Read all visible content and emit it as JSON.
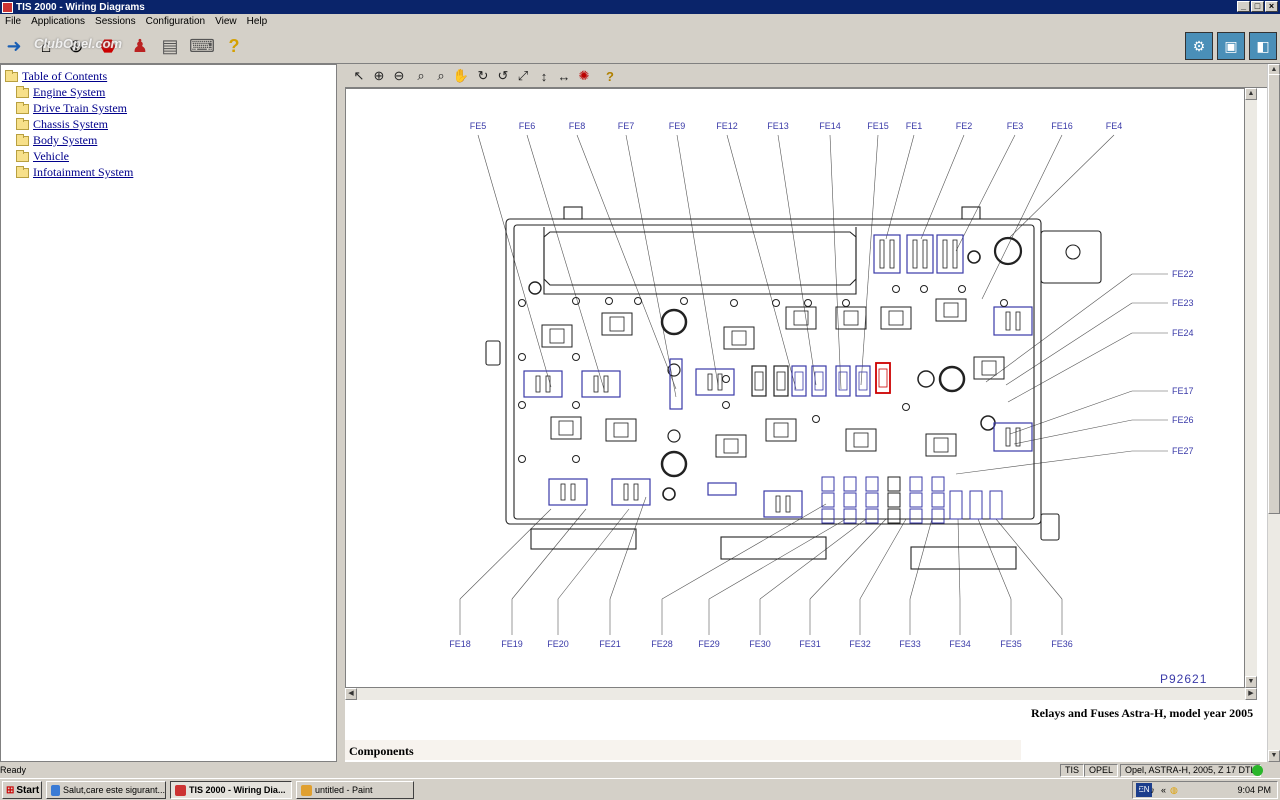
{
  "window": {
    "title": "TIS 2000 - Wiring Diagrams",
    "watermark": "ClubOpel.com"
  },
  "menu": {
    "items": [
      "File",
      "Applications",
      "Sessions",
      "Configuration",
      "View",
      "Help"
    ]
  },
  "toolbar": {
    "icons": [
      "exit-door-icon",
      "home-icon",
      "open-icon",
      "stop-icon",
      "person-icon",
      "printer-icon",
      "keyboard-icon",
      "help-icon"
    ],
    "right_icons": [
      "workshop-icon",
      "vehicle-select-icon",
      "tech2-icon"
    ]
  },
  "tree": {
    "root": "Table of Contents",
    "items": [
      "Engine System",
      "Drive Train System",
      "Chassis System",
      "Body System",
      "Vehicle",
      "Infotainment System"
    ]
  },
  "diagram": {
    "tools": [
      "pointer-icon",
      "zoom-in-icon",
      "zoom-out-icon",
      "zoom-icon",
      "zoom-rect-icon",
      "pan-icon",
      "rotate-cw-icon",
      "rotate-ccw-icon",
      "fit-icon",
      "fit-height-icon",
      "fit-width-icon",
      "highlight-icon",
      "help-icon"
    ],
    "top_labels": [
      "FE5",
      "FE6",
      "FE8",
      "FE7",
      "FE9",
      "FE12",
      "FE13",
      "FE14",
      "FE15",
      "FE1",
      "FE2",
      "FE3",
      "FE16",
      "FE4"
    ],
    "right_labels": [
      "FE22",
      "FE23",
      "FE24",
      "FE17",
      "FE26",
      "FE27"
    ],
    "bottom_labels": [
      "FE18",
      "FE19",
      "FE20",
      "FE21",
      "FE28",
      "FE29",
      "FE30",
      "FE31",
      "FE32",
      "FE33",
      "FE34",
      "FE35",
      "FE36"
    ],
    "figure_id": "P92621",
    "caption": "Relays and Fuses Astra-H, model year 2005",
    "components_heading": "Components"
  },
  "status": {
    "text": "Ready",
    "fields": [
      "TIS",
      "OPEL",
      "Opel, ASTRA-H, 2005, Z 17 DTL"
    ]
  },
  "taskbar": {
    "start": "Start",
    "tasks": [
      "Salut,care este sigurant...",
      "TIS 2000 - Wiring Dia...",
      "untitled - Paint"
    ],
    "lang": "EN",
    "clock": "9:04 PM"
  }
}
